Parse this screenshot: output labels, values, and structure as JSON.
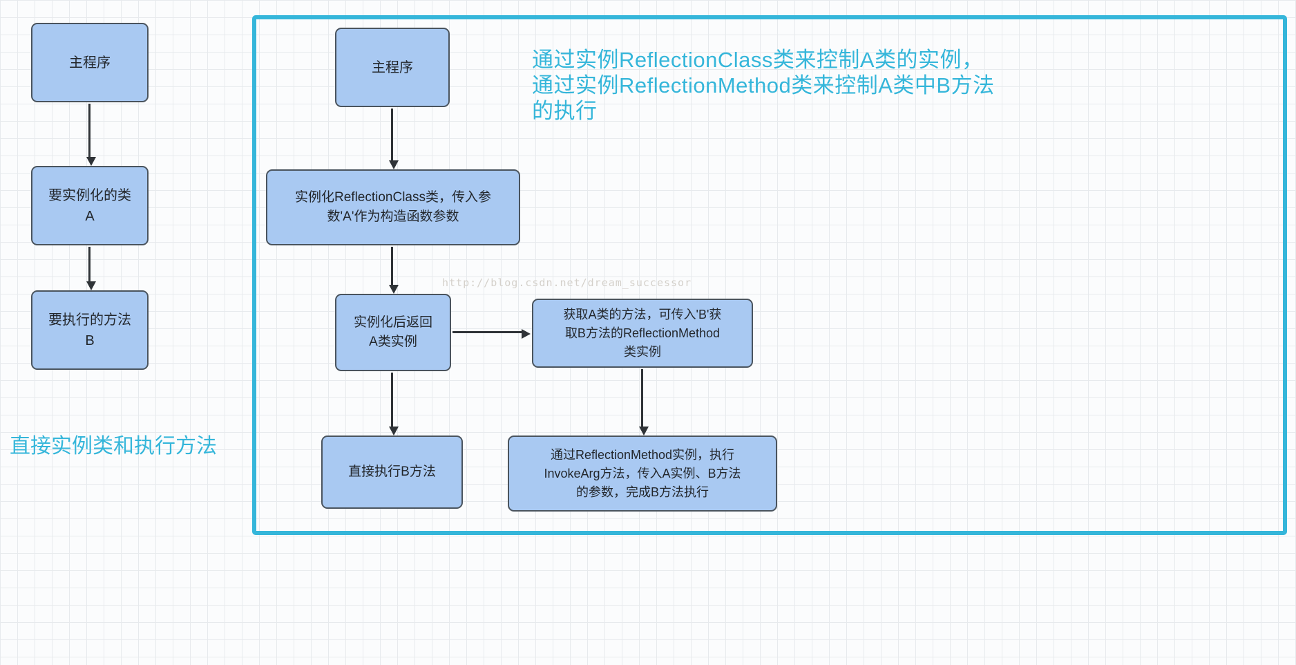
{
  "colors": {
    "node_fill": "#a9c9f2",
    "node_border": "#4a545e",
    "accent_cyan": "#35b6da",
    "arrow": "#2f3337",
    "grid_line": "#e7eaed"
  },
  "left_flow": {
    "nodes": [
      {
        "id": "main-program",
        "label": "主程序"
      },
      {
        "id": "class-a",
        "label": "要实例化的类\nA"
      },
      {
        "id": "method-b",
        "label": "要执行的方法\nB"
      }
    ],
    "caption": "直接实例类和执行方法"
  },
  "right_flow": {
    "annotation": "通过实例ReflectionClass类来控制A类的实例，\n通过实例ReflectionMethod类来控制A类中B方法\n的执行",
    "nodes": [
      {
        "id": "main-program",
        "label": "主程序"
      },
      {
        "id": "instantiate-reflectionclass",
        "label": "实例化ReflectionClass类，传入参\n数'A'作为构造函数参数"
      },
      {
        "id": "return-a-instance",
        "label": "实例化后返回\nA类实例"
      },
      {
        "id": "get-reflectionmethod",
        "label": "获取A类的方法，可传入'B'获\n取B方法的ReflectionMethod\n类实例"
      },
      {
        "id": "execute-b-directly",
        "label": "直接执行B方法"
      },
      {
        "id": "invoke-args",
        "label": "通过ReflectionMethod实例，执行\nInvokeArg方法，传入A实例、B方法\n的参数，完成B方法执行"
      }
    ]
  },
  "watermark": "http://blog.csdn.net/dream_successor"
}
